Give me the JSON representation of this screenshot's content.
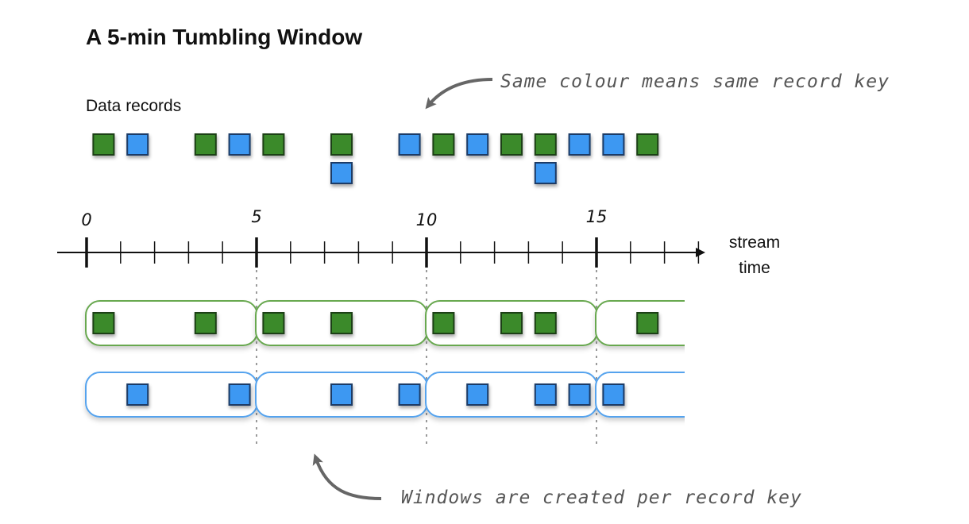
{
  "title": "A 5-min Tumbling Window",
  "records_label": "Data records",
  "annotation_top": "Same colour means same record key",
  "annotation_bottom": "Windows are created per record key",
  "axis": {
    "label_line1": "stream",
    "label_line2": "time",
    "major_ticks": [
      0,
      5,
      10,
      15
    ],
    "major_labels": [
      "0",
      "5",
      "10",
      "15"
    ],
    "minor_count": 18
  },
  "colors": {
    "green_fill": "#3a8a2b",
    "green_stroke": "#1f3f17",
    "blue_fill": "#3d98f2",
    "blue_stroke": "#1c3a66",
    "green_window": "#68a84f",
    "blue_window": "#55a3ee",
    "arrow": "#666666"
  },
  "records": [
    {
      "key": "green",
      "time": 0.5,
      "level": 0
    },
    {
      "key": "blue",
      "time": 1.5,
      "level": 0
    },
    {
      "key": "green",
      "time": 3.5,
      "level": 0
    },
    {
      "key": "blue",
      "time": 4.5,
      "level": 0
    },
    {
      "key": "green",
      "time": 5.5,
      "level": 0
    },
    {
      "key": "green",
      "time": 7.5,
      "level": 0
    },
    {
      "key": "blue",
      "time": 7.5,
      "level": 1
    },
    {
      "key": "blue",
      "time": 9.5,
      "level": 0
    },
    {
      "key": "green",
      "time": 10.5,
      "level": 0
    },
    {
      "key": "blue",
      "time": 11.5,
      "level": 0
    },
    {
      "key": "green",
      "time": 12.5,
      "level": 0
    },
    {
      "key": "green",
      "time": 13.5,
      "level": 0
    },
    {
      "key": "blue",
      "time": 13.5,
      "level": 1
    },
    {
      "key": "blue",
      "time": 14.5,
      "level": 0
    },
    {
      "key": "blue",
      "time": 15.5,
      "level": 0
    },
    {
      "key": "green",
      "time": 16.5,
      "level": 0
    }
  ],
  "windows": [
    {
      "key": "green",
      "start": 0,
      "end": 5,
      "records": [
        0.5,
        3.5
      ]
    },
    {
      "key": "green",
      "start": 5,
      "end": 10,
      "records": [
        5.5,
        7.5
      ]
    },
    {
      "key": "green",
      "start": 10,
      "end": 15,
      "records": [
        10.5,
        12.5,
        13.5
      ]
    },
    {
      "key": "green",
      "start": 15,
      "end": 20,
      "records": [
        16.5
      ]
    },
    {
      "key": "blue",
      "start": 0,
      "end": 5,
      "records": [
        1.5,
        4.5
      ]
    },
    {
      "key": "blue",
      "start": 5,
      "end": 10,
      "records": [
        7.5,
        9.5
      ]
    },
    {
      "key": "blue",
      "start": 10,
      "end": 15,
      "records": [
        11.5,
        13.5,
        14.5
      ]
    },
    {
      "key": "blue",
      "start": 15,
      "end": 20,
      "records": [
        15.5
      ]
    }
  ]
}
